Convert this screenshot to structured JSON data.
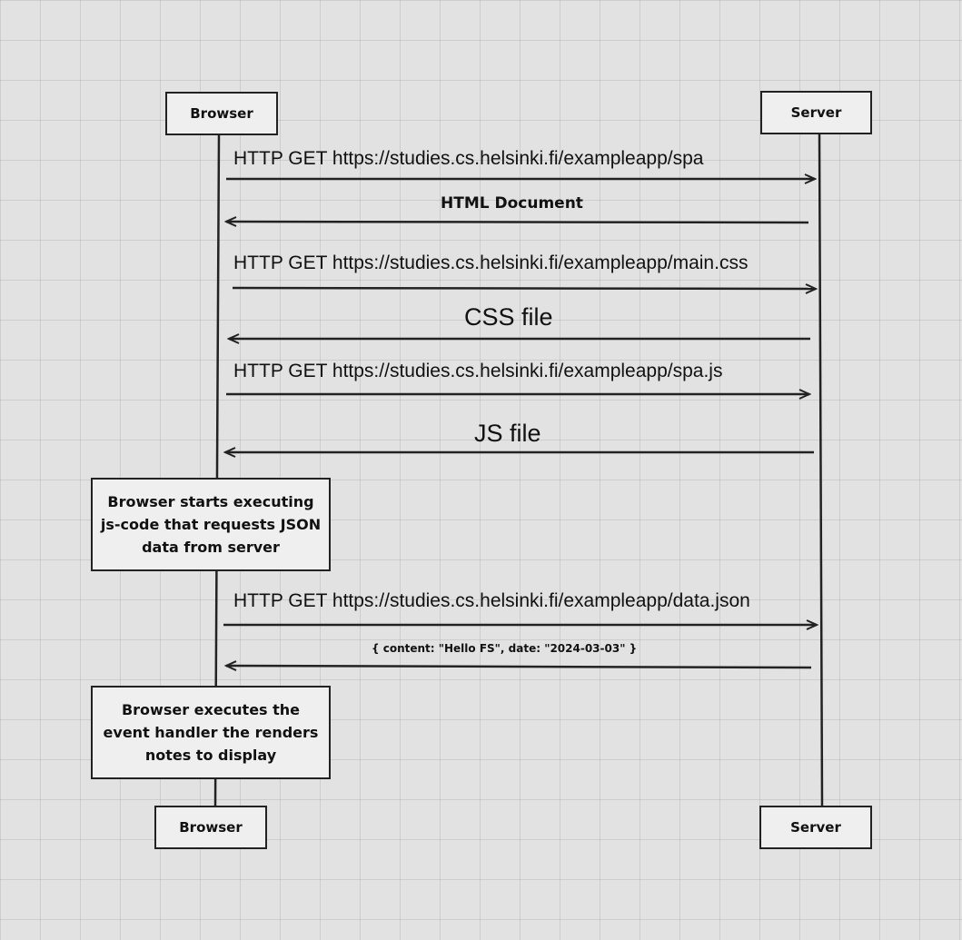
{
  "participants": {
    "browser": "Browser",
    "server": "Server"
  },
  "messages": [
    {
      "label": "HTTP GET https://studies.cs.helsinki.fi/exampleapp/spa",
      "from": "Browser",
      "to": "Server"
    },
    {
      "label": "HTML Document",
      "from": "Server",
      "to": "Browser"
    },
    {
      "label": "HTTP GET https://studies.cs.helsinki.fi/exampleapp/main.css",
      "from": "Browser",
      "to": "Server"
    },
    {
      "label": "CSS file",
      "from": "Server",
      "to": "Browser"
    },
    {
      "label": "HTTP GET https://studies.cs.helsinki.fi/exampleapp/spa.js",
      "from": "Browser",
      "to": "Server"
    },
    {
      "label": "JS file",
      "from": "Server",
      "to": "Browser"
    },
    {
      "label": "HTTP GET https://studies.cs.helsinki.fi/exampleapp/data.json",
      "from": "Browser",
      "to": "Server"
    },
    {
      "label": "{ content: \"Hello FS\", date: \"2024-03-03\" }",
      "from": "Server",
      "to": "Browser"
    }
  ],
  "notes": [
    {
      "text": "Browser starts executing js-code that requests JSON data from server"
    },
    {
      "text": "Browser executes the event handler the renders notes to display"
    }
  ]
}
